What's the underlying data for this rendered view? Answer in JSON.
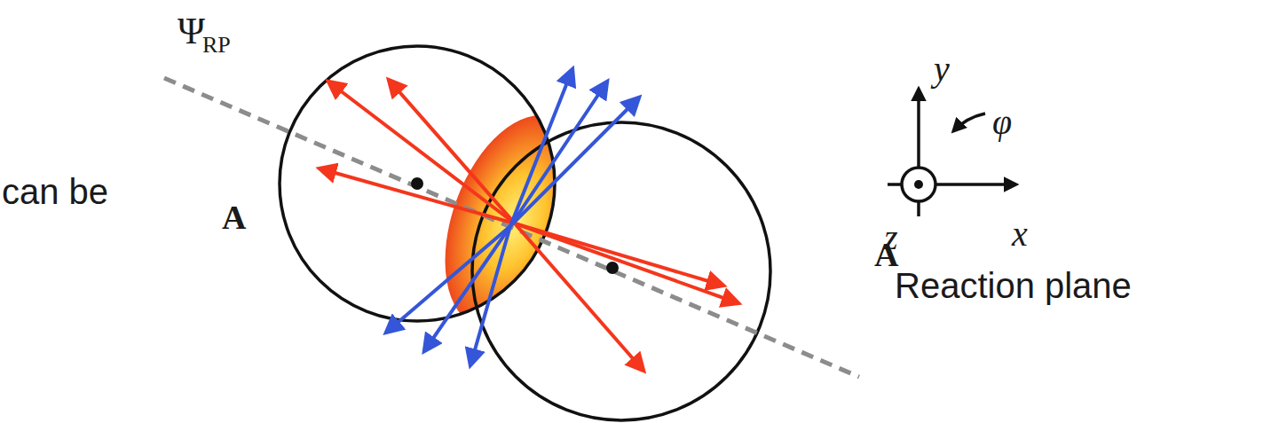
{
  "diagram": {
    "labels": [
      "can be",
      "Ψ",
      "RP",
      "A",
      "A",
      "y",
      "φ",
      "z",
      "x",
      "Reaction plane"
    ]
  }
}
